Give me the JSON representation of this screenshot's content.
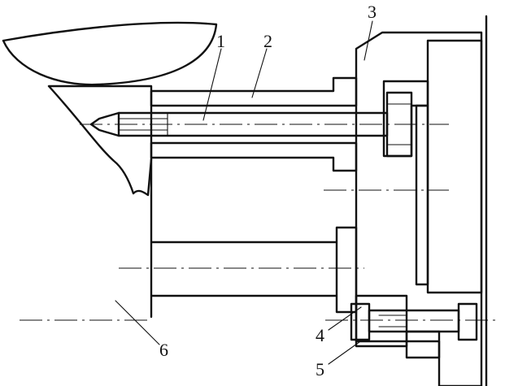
{
  "labels": [
    {
      "id": "part-1",
      "text": "1"
    },
    {
      "id": "part-2",
      "text": "2"
    },
    {
      "id": "part-3",
      "text": "3"
    },
    {
      "id": "part-4",
      "text": "4"
    },
    {
      "id": "part-5",
      "text": "5"
    },
    {
      "id": "part-6",
      "text": "6"
    }
  ],
  "colors": {
    "line": "#111111",
    "background": "#ffffff"
  }
}
